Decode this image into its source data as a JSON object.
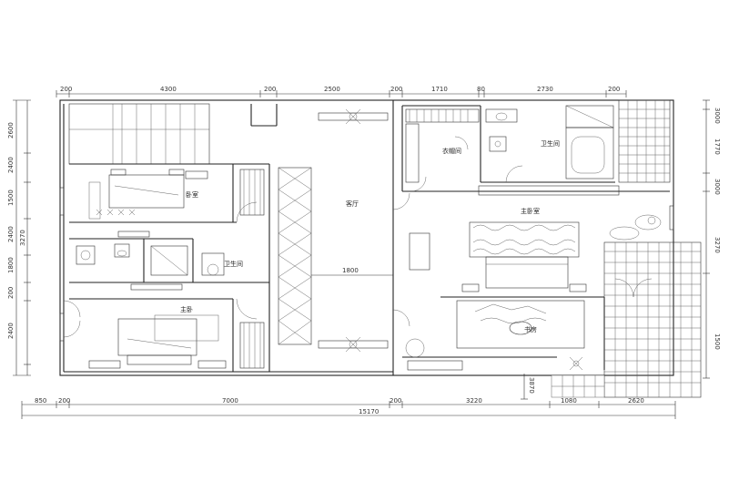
{
  "dimensions": {
    "top": [
      "200",
      "4300",
      "200",
      "2500",
      "200",
      "1710",
      "80",
      "2730",
      "200"
    ],
    "bottom": [
      "850",
      "200",
      "7000",
      "200",
      "3220",
      "1080",
      "2620"
    ],
    "overall": "15170",
    "left": [
      "2600",
      "2400",
      "1500",
      "2400",
      "3270",
      "1800",
      "200",
      "2400"
    ],
    "right": [
      "3000",
      "1770",
      "3000",
      "3270",
      "1500"
    ],
    "corridor_width": "1800",
    "stair_note": "3870"
  },
  "rooms": {
    "hall": "客厅",
    "bedroom_upper": "卧室",
    "bath_left": "卫生间",
    "bedroom_lower": "主卧",
    "cloakroom": "衣帽间",
    "bath_right": "卫生间",
    "master_bedroom": "主卧室",
    "study": "书房"
  }
}
